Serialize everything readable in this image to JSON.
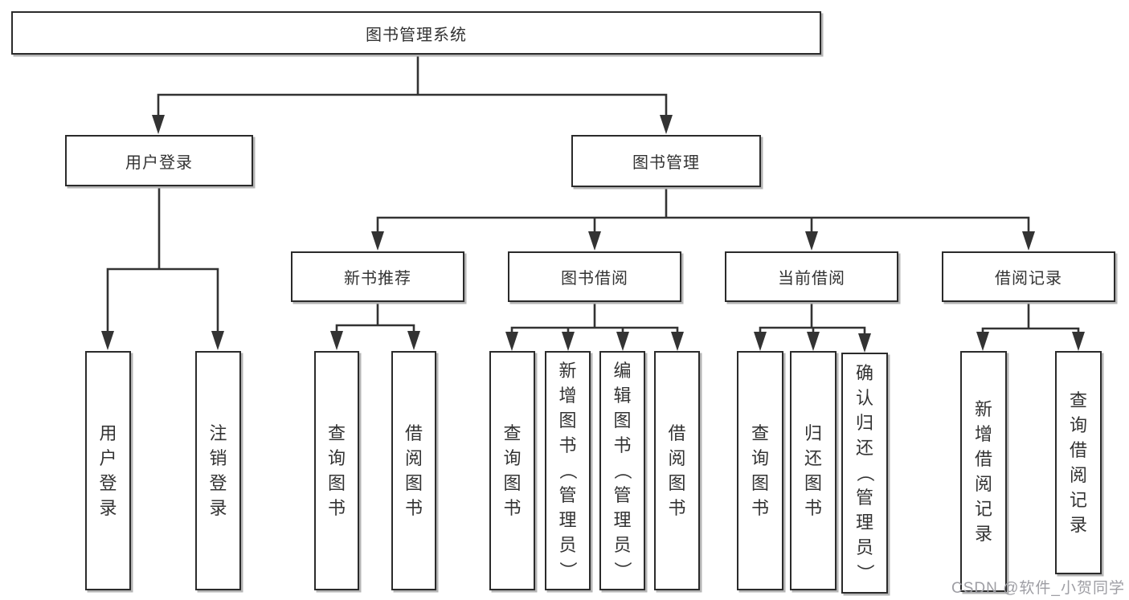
{
  "diagram_title": "图书管理系统",
  "tree": {
    "root": {
      "label": "图书管理系统"
    },
    "children": [
      {
        "label": "用户登录",
        "children": [
          {
            "label": "用户登录"
          },
          {
            "label": "注销登录"
          }
        ]
      },
      {
        "label": "图书管理",
        "children": [
          {
            "label": "新书推荐",
            "children": [
              {
                "label": "查询图书"
              },
              {
                "label": "借阅图书"
              }
            ]
          },
          {
            "label": "图书借阅",
            "children": [
              {
                "label": "查询图书"
              },
              {
                "label": "新增图书（管理员）"
              },
              {
                "label": "编辑图书（管理员）"
              },
              {
                "label": "借阅图书"
              }
            ]
          },
          {
            "label": "当前借阅",
            "children": [
              {
                "label": "查询图书"
              },
              {
                "label": "归还图书"
              },
              {
                "label": "确认归还（管理员）"
              }
            ]
          },
          {
            "label": "借阅记录",
            "children": [
              {
                "label": "新增借阅记录"
              },
              {
                "label": "查询借阅记录"
              }
            ]
          }
        ]
      }
    ]
  },
  "watermark": {
    "text": "CSDN @软件_小贺同学",
    "color": "#9e9ea4"
  },
  "colors": {
    "line": "#333333",
    "border": "#2b2b2b",
    "text": "#333333",
    "shadow": "#b5b5b5",
    "background": "#ffffff"
  }
}
